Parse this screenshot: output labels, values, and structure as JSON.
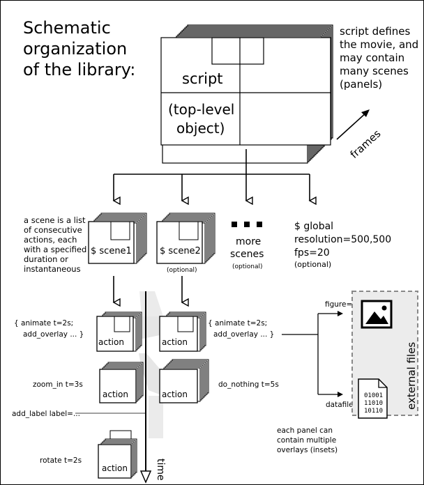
{
  "title_lines": [
    "Schematic",
    "organization",
    "of the library:"
  ],
  "script_box": {
    "label_script": "script",
    "label_top1": "(top-level",
    "label_top2": "object)",
    "frames_label": "frames",
    "note": [
      "script defines",
      "the movie, and",
      "may contain",
      "many scenes",
      "(panels)"
    ]
  },
  "scene_note": [
    "a scene is a list",
    "of consecutive",
    "actions, each",
    "with a specified",
    "duration or",
    "instantaneous"
  ],
  "scenes": {
    "scene1": "$ scene1",
    "scene2": "$ scene2",
    "scene2_optional": "(optional)"
  },
  "more_scenes": {
    "line1": "more",
    "line2": "scenes",
    "optional": "(optional)"
  },
  "global": {
    "line1": "$ global",
    "line2": "resolution=500,500",
    "line3": "fps=20",
    "optional": "(optional)"
  },
  "actions_col1": {
    "a1_line1": "{ animate t=2s;",
    "a1_line2": "add_overlay ... }",
    "zoom": "zoom_in t=3s",
    "add_label": "add_label label=...",
    "rotate": "rotate t=2s",
    "box_label": "action"
  },
  "actions_col2": {
    "a1_line1": "{ animate t=2s;",
    "a1_line2": "add_overlay ... }",
    "nothing": "do_nothing t=5s"
  },
  "time_label": "time",
  "external": {
    "figure": "figure=...",
    "datafile": "datafile=...",
    "binary": [
      "01001",
      "11010",
      "10110"
    ],
    "label": "external files",
    "note": [
      "each panel can",
      "contain multiple",
      "overlays (insets)"
    ]
  }
}
